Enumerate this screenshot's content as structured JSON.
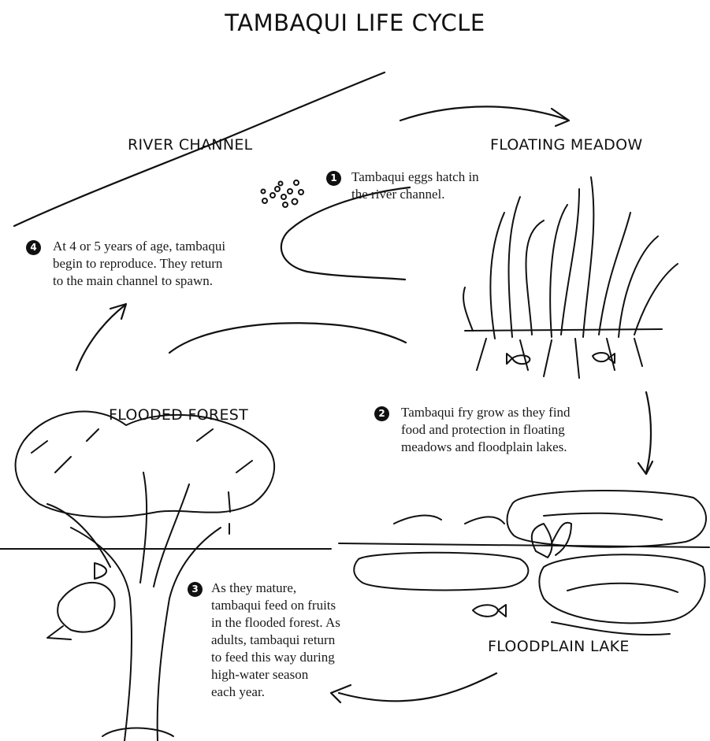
{
  "title": "TAMBAQUI LIFE CYCLE",
  "stages": {
    "river_channel": "RIVER CHANNEL",
    "floating_meadow": "FLOATING MEADOW",
    "flooded_forest": "FLOODED FOREST",
    "floodplain_lake": "FLOODPLAIN LAKE"
  },
  "steps": [
    {
      "number": "1",
      "lines": [
        "Tambaqui eggs hatch in",
        "the river channel."
      ]
    },
    {
      "number": "2",
      "lines": [
        "Tambaqui fry grow as they find",
        "food and protection in floating",
        "meadows and floodplain lakes."
      ]
    },
    {
      "number": "3",
      "lines": [
        "As they mature,",
        "tambaqui feed on fruits",
        "in the flooded forest. As",
        "adults, tambaqui return",
        "to feed this way during",
        "high-water season",
        "each year."
      ]
    },
    {
      "number": "4",
      "lines": [
        "At 4 or 5 years of age, tambaqui",
        "begin to reproduce. They return",
        "to the main channel to spawn."
      ]
    }
  ]
}
